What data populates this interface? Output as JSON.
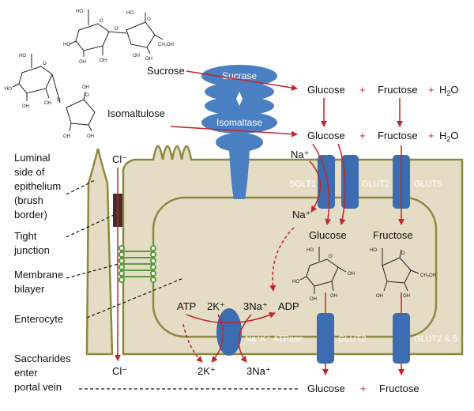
{
  "molecules": {
    "sucrose": "Sucrose",
    "isomaltulose": "Isomaltulose",
    "glucose": "Glucose",
    "fructose": "Fructose",
    "water_h": "H",
    "water_sub": "2",
    "water_o": "O",
    "plus": "+"
  },
  "enzymes": {
    "sucrase": "Sucrase",
    "isomaltase": "Isomaltase"
  },
  "transporters": {
    "sglt1": "SGLT1",
    "glut2_top": "GLUT2",
    "glut5": "GLUT5",
    "glut2_bottom": "GLUT2",
    "glut2_5": "GLUT2 & 5",
    "atpase": "Na⁺K⁺ ATPase"
  },
  "ions": {
    "cl_top": "Cl⁻",
    "cl_bottom": "Cl⁻",
    "na_top": "Na⁺",
    "na_inside": "Na⁺",
    "atp": "ATP",
    "k_in": "2K⁺",
    "na_in": "3Na⁺",
    "adp": "ADP",
    "k_out": "2K⁺",
    "na_out": "3Na⁺"
  },
  "annotations": {
    "luminal": [
      "Luminal",
      "side of",
      "epithelium",
      "(brush",
      "border)"
    ],
    "tight": [
      "Tight",
      "junction"
    ],
    "membrane": [
      "Membrane",
      "bilayer"
    ],
    "enterocyte": "Enterocyte",
    "saccharides": [
      "Saccharides",
      "enter",
      "portal vein"
    ]
  },
  "structure_atoms": {
    "ho": "HO",
    "oh": "OH",
    "o": "O",
    "ch2oh": "CH₂OH"
  },
  "colors": {
    "cell_fill": "#e5dcc6",
    "cell_stroke": "#8b8a3f",
    "transporter": "#3c6db0",
    "enzyme": "#4a7fc1",
    "arrow": "#c0262d",
    "junction": "#4d2a2a",
    "bilayer": "#5c9a3c"
  }
}
